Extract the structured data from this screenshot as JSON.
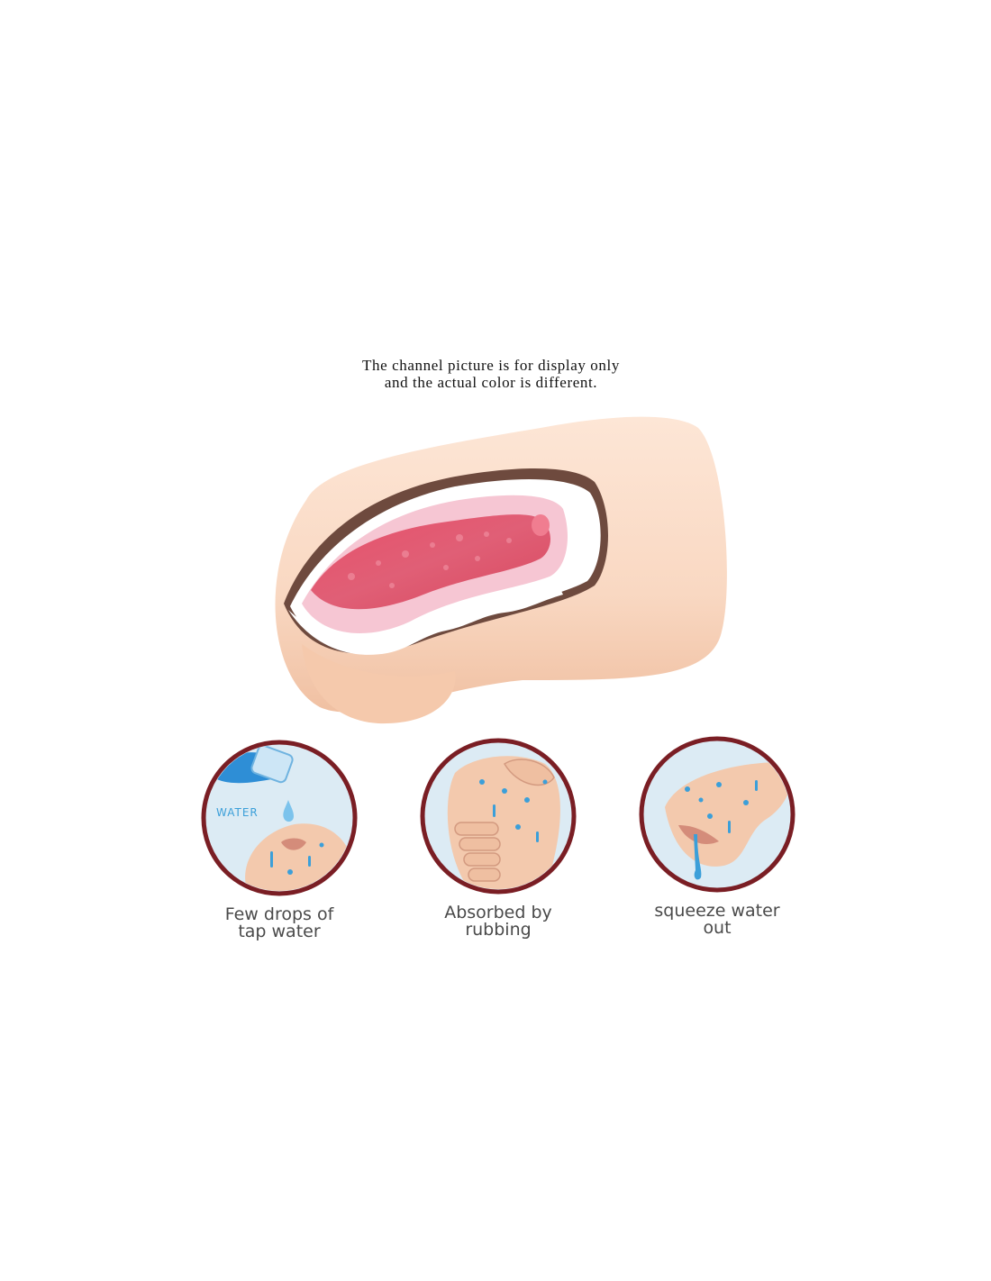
{
  "caption": {
    "line1": "The channel picture is for display only",
    "line2": "and the actual color is different."
  },
  "steps": [
    {
      "line1": "Few drops of",
      "line2": "tap water",
      "icon_word": "WATER"
    },
    {
      "line1": "Absorbed by",
      "line2": "rubbing"
    },
    {
      "line1": "squeeze water",
      "line2": "out"
    }
  ],
  "colors": {
    "ring": "#7a1e24",
    "circle_bg": "#dcebf4",
    "skin": "#f3c9ad",
    "water": "#3b9fd9",
    "text": "#4a4a4a"
  }
}
